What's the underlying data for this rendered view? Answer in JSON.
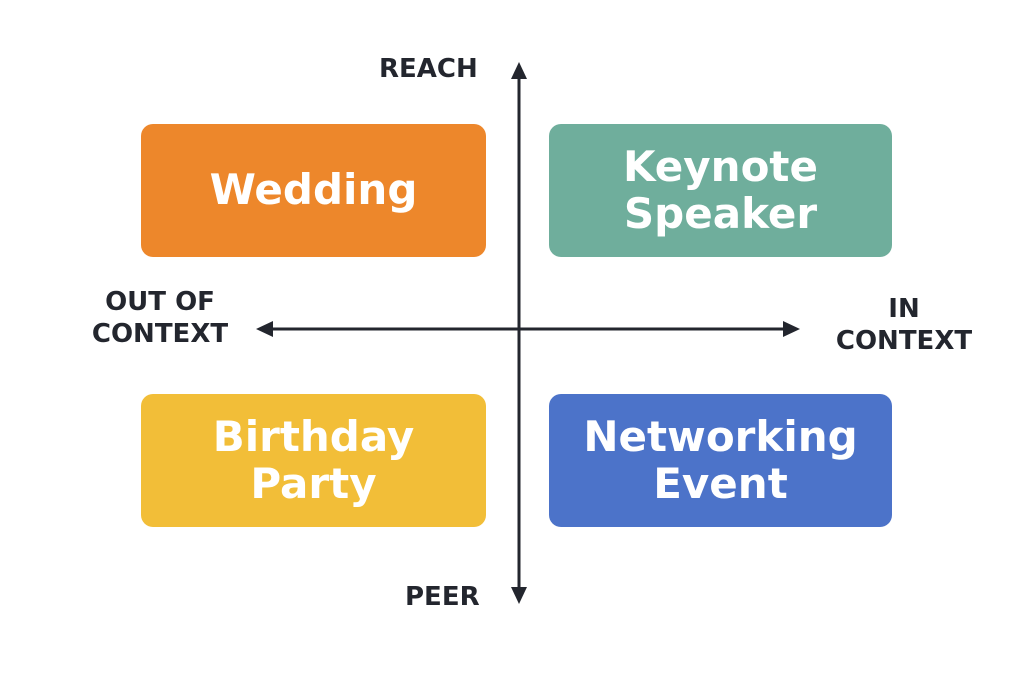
{
  "axes": {
    "top": "REACH",
    "bottom": "PEER",
    "left": "OUT OF\nCONTEXT",
    "right": "IN\nCONTEXT"
  },
  "quadrants": {
    "top_left": {
      "label": "Wedding",
      "color": "#ED872B"
    },
    "top_right": {
      "label": "Keynote\nSpeaker",
      "color": "#6FAE9C"
    },
    "bottom_left": {
      "label": "Birthday\nParty",
      "color": "#F2BE38"
    },
    "bottom_right": {
      "label": "Networking\nEvent",
      "color": "#4C73C9"
    }
  },
  "colors": {
    "axis": "#23262E",
    "background": "#FFFFFF"
  }
}
